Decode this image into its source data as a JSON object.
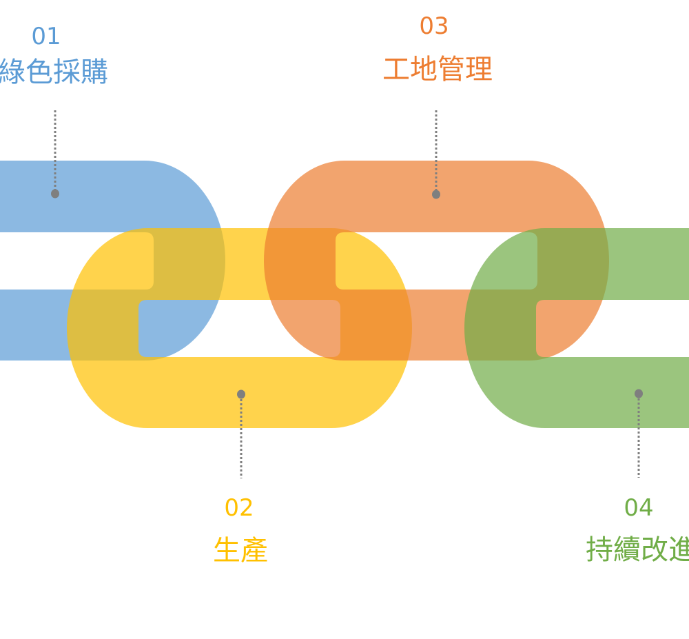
{
  "steps": [
    {
      "number": "01",
      "title": "綠色採購",
      "color": "#5b9bd5"
    },
    {
      "number": "02",
      "title": "生產",
      "color": "#ffc000"
    },
    {
      "number": "03",
      "title": "工地管理",
      "color": "#ed7d31"
    },
    {
      "number": "04",
      "title": "持續改進",
      "color": "#70ad47"
    }
  ],
  "connector_color": "#7f7f7f"
}
